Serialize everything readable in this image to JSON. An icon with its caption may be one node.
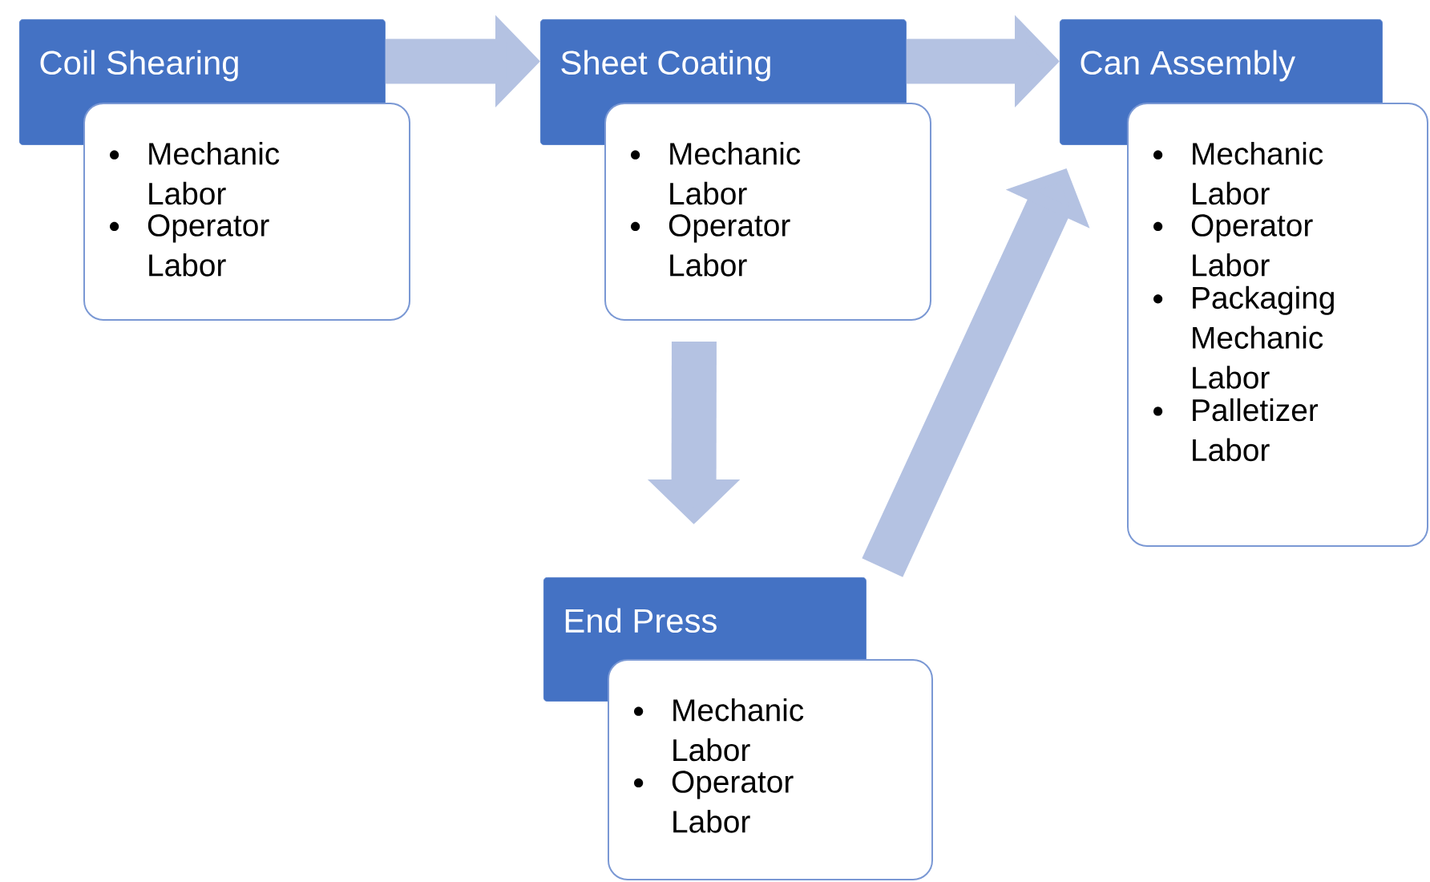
{
  "diagram": {
    "nodes": [
      {
        "text": [
          "Coil Shearing"
        ]
      },
      {
        "text": [
          "Mechanic Labor",
          "Operator Labor"
        ]
      },
      {
        "text": [
          "Sheet Coating"
        ]
      },
      {
        "text": [
          "Mechanic Labor",
          "Operator Labor"
        ]
      },
      {
        "text": [
          "Can Assembly"
        ]
      },
      {
        "text": [
          "Mechanic Labor",
          "Operator Labor",
          "Packaging Mechanic Labor",
          "Palletizer Labor"
        ]
      },
      {
        "text": [
          "End Press"
        ]
      },
      {
        "text": [
          "Mechanic Labor",
          "Operator Labor"
        ]
      }
    ],
    "edges": [
      {
        "from": 0,
        "to": 2,
        "arrow": "to"
      },
      {
        "from": 2,
        "to": 4,
        "arrow": "to"
      },
      {
        "from": 3,
        "to": 6,
        "arrow": "to"
      },
      {
        "from": 6,
        "to": 4,
        "arrow": "to"
      }
    ]
  }
}
